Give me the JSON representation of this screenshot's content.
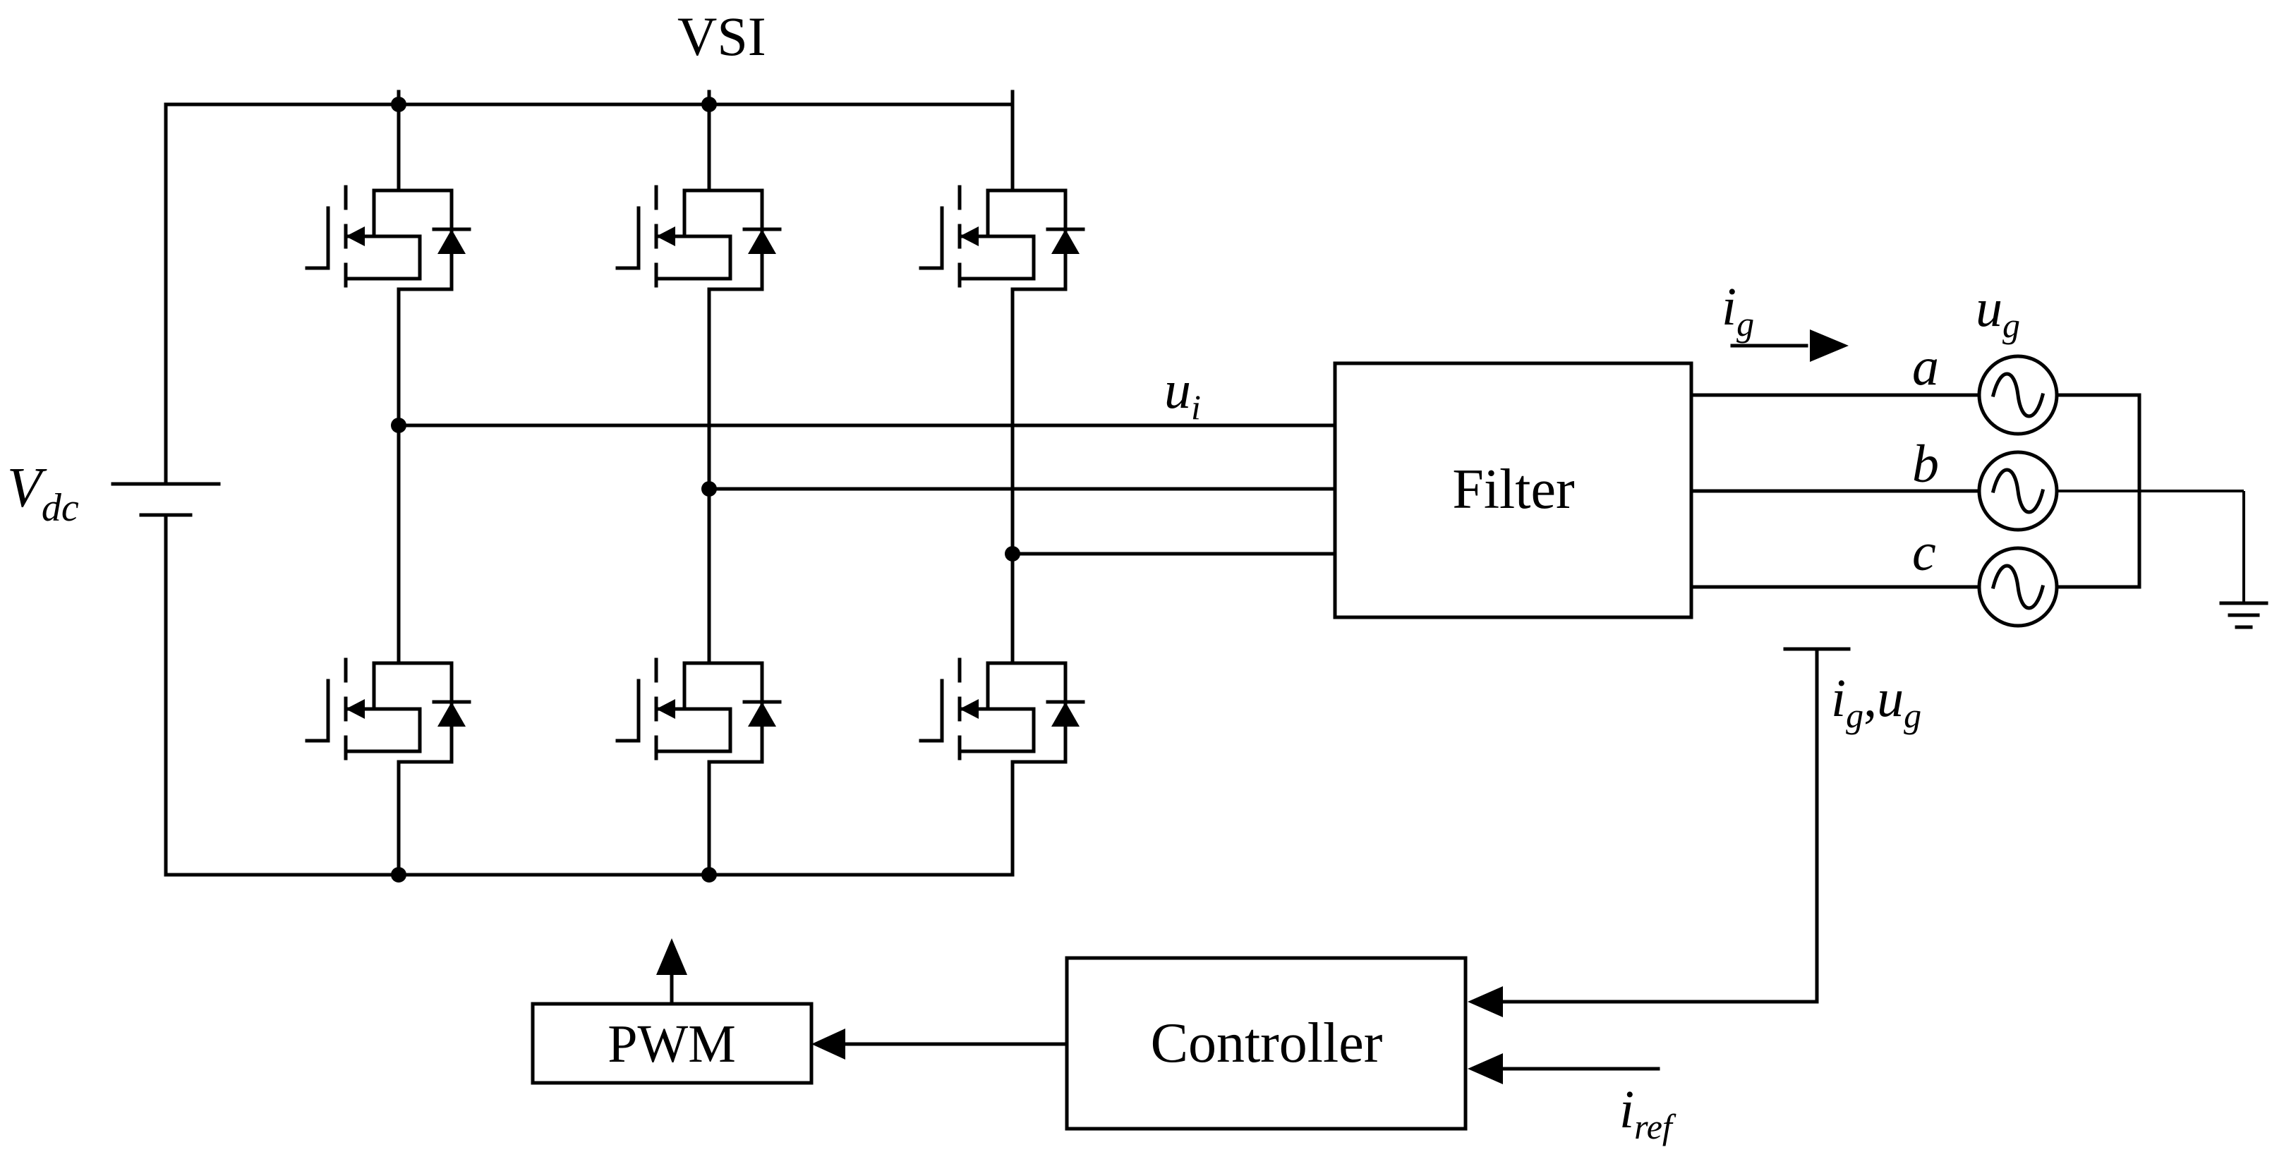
{
  "inverter": {
    "label": "VSI"
  },
  "dc_source": {
    "symbol": "V",
    "subscript": "dc"
  },
  "filter": {
    "label": "Filter",
    "input_voltage": {
      "symbol": "u",
      "subscript": "i"
    }
  },
  "grid": {
    "current": {
      "symbol": "i",
      "subscript": "g"
    },
    "voltage": {
      "symbol": "u",
      "subscript": "g"
    },
    "phases": [
      "a",
      "b",
      "c"
    ]
  },
  "feedback": {
    "first": {
      "symbol": "i",
      "subscript": "g"
    },
    "separator": ",",
    "second": {
      "symbol": "u",
      "subscript": "g"
    }
  },
  "controller": {
    "label": "Controller"
  },
  "pwm": {
    "label": "PWM"
  },
  "reference": {
    "symbol": "i",
    "subscript": "ref"
  },
  "colors": {
    "line": "#000000",
    "background": "#ffffff"
  }
}
